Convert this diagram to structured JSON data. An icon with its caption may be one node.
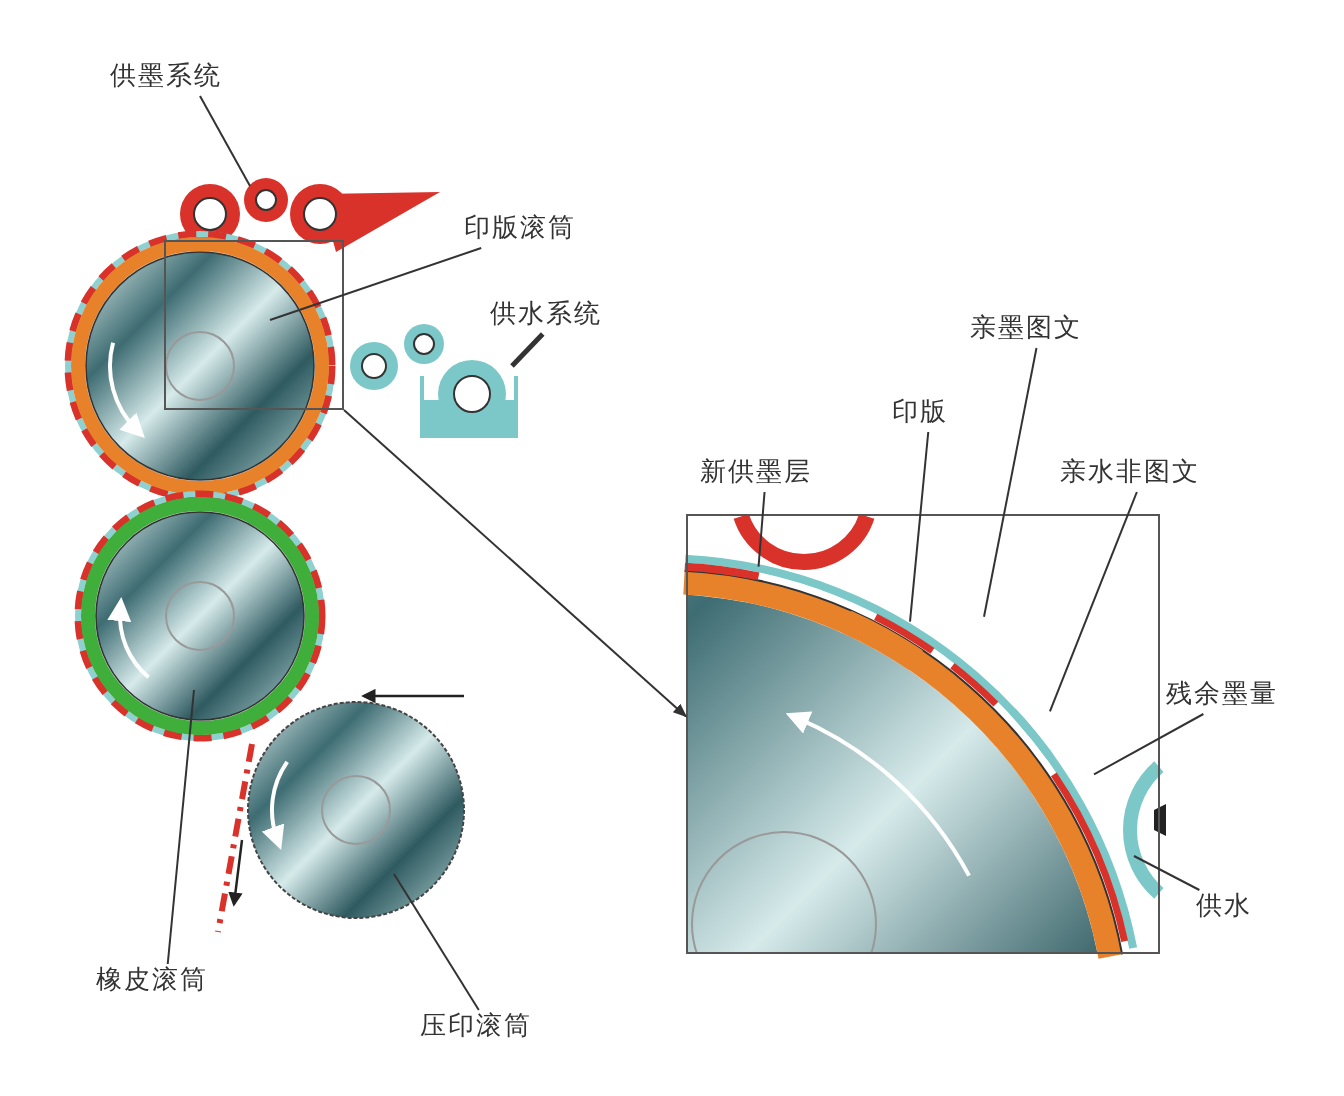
{
  "diagram": {
    "nodes": [
      {
        "text": [
          "供墨系统"
        ]
      },
      {
        "text": [
          "印版滚筒"
        ]
      },
      {
        "text": [
          "供水系统"
        ]
      },
      {
        "text": [
          "橡皮滚筒"
        ]
      },
      {
        "text": [
          "压印滚筒"
        ]
      },
      {
        "text": [],
        "shape": "box"
      },
      {
        "text": [],
        "shape": "box"
      },
      {
        "text": [
          "新供墨层"
        ]
      },
      {
        "text": [
          "印版"
        ]
      },
      {
        "text": [
          "亲墨图文"
        ]
      },
      {
        "text": [
          "亲水非图文"
        ]
      },
      {
        "text": [
          "残余墨量"
        ]
      },
      {
        "text": [
          "供水"
        ]
      },
      {
        "text": [],
        "shape": "circle"
      },
      {
        "text": [],
        "shape": "circle"
      },
      {
        "text": [],
        "shape": "circle"
      },
      {
        "text": [],
        "shape": "circle"
      },
      {
        "text": [],
        "shape": "circle"
      },
      {
        "text": [],
        "shape": "arc",
        "in": 6
      },
      {
        "text": [],
        "shape": "arc",
        "in": 6
      },
      {
        "text": [],
        "shape": "arc",
        "in": 6
      },
      {
        "text": [],
        "shape": "arc",
        "in": 6
      },
      {
        "text": [],
        "shape": "arc",
        "in": 6
      },
      {
        "text": [],
        "shape": "circle",
        "in": 6
      }
    ],
    "edges": [
      {
        "from": 0,
        "to": 13,
        "arrow": "none"
      },
      {
        "from": 1,
        "to": 14,
        "arrow": "none"
      },
      {
        "from": 2,
        "to": 15,
        "arrow": "none",
        "style": "thick"
      },
      {
        "from": 3,
        "to": 16,
        "arrow": "none"
      },
      {
        "from": 4,
        "to": 17,
        "arrow": "none"
      },
      {
        "from": 5,
        "to": 6,
        "arrow": "to"
      },
      {
        "from": 7,
        "to": 18,
        "arrow": "none"
      },
      {
        "from": 8,
        "to": 19,
        "arrow": "none"
      },
      {
        "from": 9,
        "to": 20,
        "arrow": "none"
      },
      {
        "from": 10,
        "to": 21,
        "arrow": "none"
      },
      {
        "from": 11,
        "to": 22,
        "arrow": "none"
      },
      {
        "from": 12,
        "to": 23,
        "arrow": "none"
      }
    ]
  }
}
